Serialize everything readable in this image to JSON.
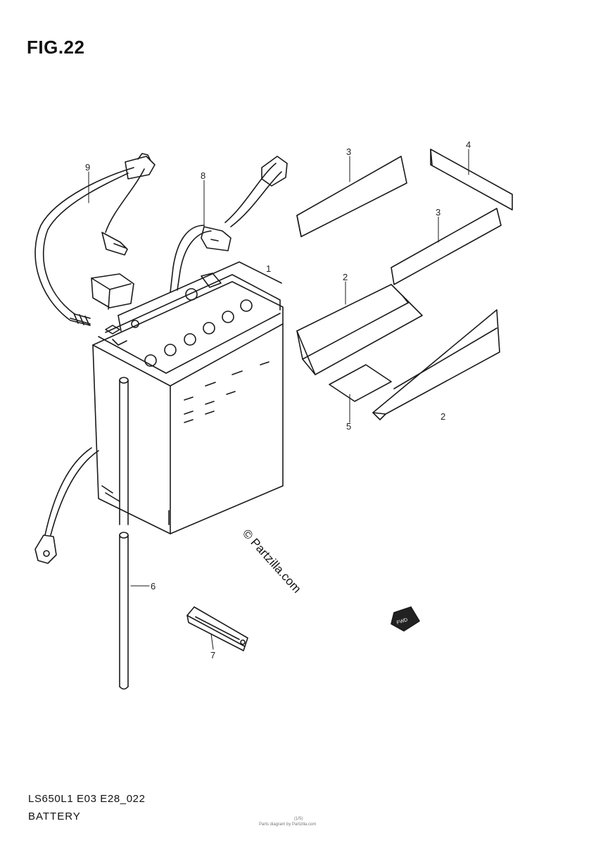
{
  "figure": {
    "title": "FIG.22"
  },
  "callouts": [
    {
      "id": "callout-1",
      "text": "1"
    },
    {
      "id": "callout-2a",
      "text": "2"
    },
    {
      "id": "callout-2b",
      "text": "2"
    },
    {
      "id": "callout-3a",
      "text": "3"
    },
    {
      "id": "callout-3b",
      "text": "3"
    },
    {
      "id": "callout-4",
      "text": "4"
    },
    {
      "id": "callout-5",
      "text": "5"
    },
    {
      "id": "callout-6",
      "text": "6"
    },
    {
      "id": "callout-7",
      "text": "7"
    },
    {
      "id": "callout-8",
      "text": "8"
    },
    {
      "id": "callout-9",
      "text": "9"
    }
  ],
  "watermark": "© Partzilla.com",
  "fwd_marker": "FWD",
  "footer": {
    "code": "LS650L1 E03 E28_022",
    "name": "BATTERY"
  },
  "fineprint": {
    "head": "(1/5)",
    "line": "Parts diagram by Partzilla.com"
  }
}
